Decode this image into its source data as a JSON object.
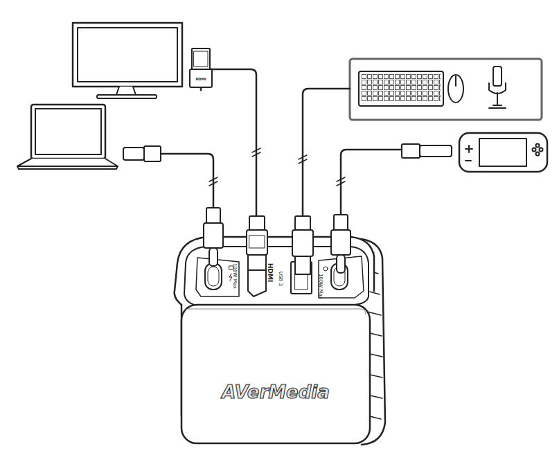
{
  "diagram": {
    "nodes": [
      {
        "text": [
          "AVerMedia"
        ]
      }
    ],
    "labels": [
      "100W Max",
      "HDMI",
      "USB 3",
      "100W Max",
      "HDMI"
    ]
  }
}
